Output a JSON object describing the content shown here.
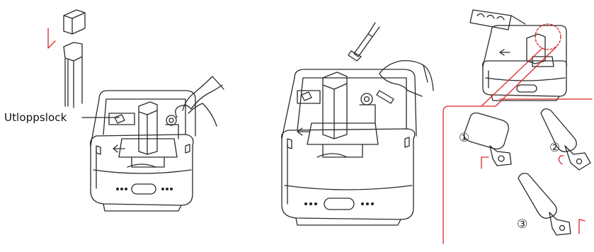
{
  "labels": {
    "outlet_cap": "Utloppslock",
    "step_1": "①",
    "step_2": "②",
    "step_3": "③"
  },
  "colors": {
    "line": "#2a2a2a",
    "accent_red": "#d9262b",
    "background": "#ffffff"
  },
  "icons": {
    "left_arrow": "left-arrow-icon",
    "curved_arrow": "curved-arrow-icon",
    "up_arrow": "up-arrow-icon",
    "down_arrow": "down-arrow-icon"
  }
}
